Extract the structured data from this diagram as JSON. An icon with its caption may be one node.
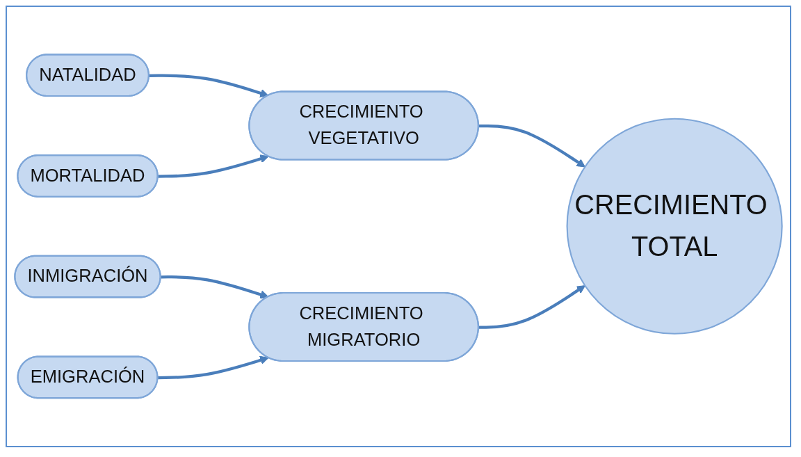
{
  "diagram": {
    "nodes": [
      {
        "text": [
          "NATALIDAD"
        ]
      },
      {
        "text": [
          "MORTALIDAD"
        ]
      },
      {
        "text": [
          "CRECIMIENTO VEGETATIVO"
        ]
      },
      {
        "text": [
          "INMIGRACIÓN"
        ]
      },
      {
        "text": [
          "EMIGRACIÓN"
        ]
      },
      {
        "text": [
          "CRECIMIENTO MIGRATORIO"
        ]
      },
      {
        "text": [
          "CRECIMIENTO TOTAL"
        ]
      }
    ],
    "edges": [
      {
        "from": 0,
        "to": 2,
        "arrow": "to"
      },
      {
        "from": 1,
        "to": 2,
        "arrow": "to"
      },
      {
        "from": 3,
        "to": 5,
        "arrow": "to"
      },
      {
        "from": 4,
        "to": 5,
        "arrow": "to"
      },
      {
        "from": 2,
        "to": 6,
        "arrow": "to"
      },
      {
        "from": 5,
        "to": 6,
        "arrow": "to"
      }
    ]
  }
}
